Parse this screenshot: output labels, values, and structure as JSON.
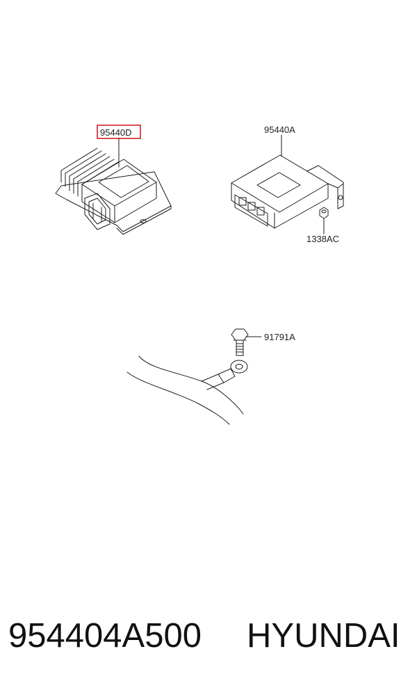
{
  "callouts": {
    "module_left": "95440D",
    "module_right": "95440A",
    "nut": "1338AC",
    "bolt": "91791A"
  },
  "caption": {
    "part_number": "954404A500",
    "brand": "HYUNDAI"
  },
  "colors": {
    "highlight": "#d0202a",
    "line": "#1a1a1a"
  },
  "icons": [
    "ecu-module-icon",
    "control-unit-icon",
    "nut-icon",
    "bolt-icon",
    "ground-cable-icon"
  ]
}
